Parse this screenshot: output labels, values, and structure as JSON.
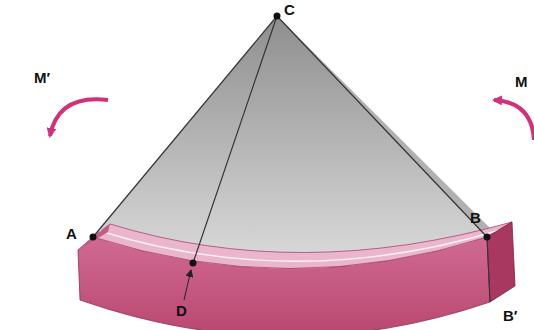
{
  "diagram": {
    "labels": [
      "M′",
      "C",
      "A",
      "D",
      "B",
      "B′",
      "M"
    ]
  }
}
